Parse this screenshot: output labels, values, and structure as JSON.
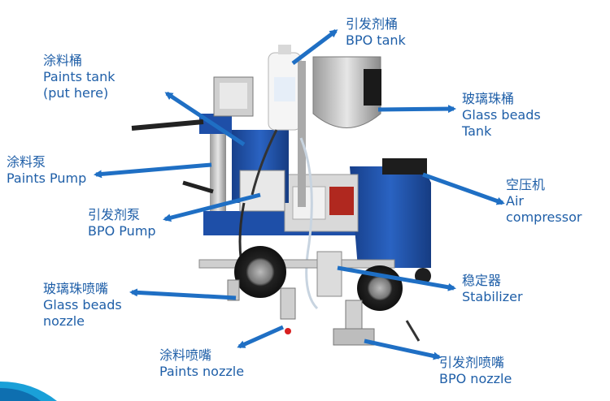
{
  "labels": {
    "bpo_tank": {
      "cn": "引发剂桶",
      "en": "BPO tank"
    },
    "paints_tank": {
      "cn": "涂料桶",
      "en": "Paints tank",
      "en2": "(put here)"
    },
    "glass_beads_tank": {
      "cn": "玻璃珠桶",
      "en": "Glass beads",
      "en2": "Tank"
    },
    "paints_pump": {
      "cn": "涂料泵",
      "en": "Paints Pump"
    },
    "air_compressor": {
      "cn": "空压机",
      "en": "Air",
      "en2": "compressor"
    },
    "bpo_pump": {
      "cn": "引发剂泵",
      "en": "BPO Pump"
    },
    "stabilizer": {
      "cn": "稳定器",
      "en": "Stabilizer"
    },
    "glass_beads_nozzle": {
      "cn": "玻璃珠喷嘴",
      "en": "Glass beads",
      "en2": "nozzle"
    },
    "paints_nozzle": {
      "cn": "涂料喷嘴",
      "en": "Paints nozzle"
    },
    "bpo_nozzle": {
      "cn": "引发剂喷嘴",
      "en": "BPO nozzle"
    }
  },
  "colors": {
    "label": "#1f5fa8",
    "arrow": "#1f6fc4",
    "machine_blue": "#1e4fa8"
  }
}
